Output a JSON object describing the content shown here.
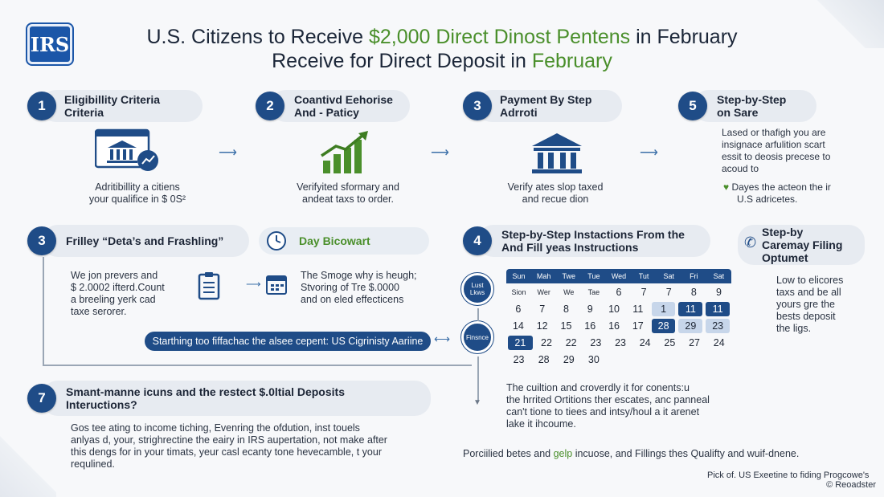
{
  "header": {
    "logo_text": "IRS",
    "title_line1_a": "U.S. Citizens to Receive ",
    "title_line1_b": "$2,000 Direct Dinost Pentens",
    "title_line1_c": " in February",
    "title_line2_a": "Receive for Direct Deposit in ",
    "title_line2_b": "February"
  },
  "steps": [
    {
      "num": "1",
      "title_1": "Eligibillity Criteria",
      "title_2": "Criteria",
      "icon": "bank-browser-icon",
      "desc_1": "Adritibillity a citiens",
      "desc_2": "your qualifice in $ 0S²"
    },
    {
      "num": "2",
      "title_1": "Coantivd Eehorise",
      "title_2": "And - Paticy",
      "icon": "growth-bar-chart-icon",
      "desc_1": "Verifyited sformary and",
      "desc_2": "andeat taxs to order."
    },
    {
      "num": "3",
      "title_1": "Payment By Step",
      "title_2": "Adrroti",
      "icon": "bank-building-icon",
      "desc_1": "Verify ates slop taxed",
      "desc_2": "and recue dion"
    },
    {
      "num": "5",
      "title_1": "Step-by-Step",
      "title_2": "on Sare",
      "desc_1": "Lased or thafigh you are",
      "desc_2": "insignace arfulition scart",
      "desc_3": "essit to deosis precese to",
      "desc_4": "acoud to",
      "bullet_1": "Dayes the acteon the ir",
      "bullet_2": "U.S adricetes."
    },
    {
      "num": "3",
      "title": "Frilley “Deta’s and Frashling”",
      "desc_1": "We jon prevers and",
      "desc_2": "$ 2.0002 ifterd.Count",
      "desc_3": "a breeling yerk cad",
      "desc_4": "taxe serorer."
    },
    {
      "label": "Day Bicowart",
      "desc_1": "The Smoge why is heugh;",
      "desc_2": "Stvoring of Tre $.0000",
      "desc_3": "and on eled effecticens"
    },
    {
      "num": "4",
      "title_1": "Step-by-Step Instactions From the",
      "title_2": "And Fill yeas Instructions"
    },
    {
      "title_1": "Step-by",
      "title_2": "Caremay Filing",
      "title_3": "Optumet",
      "desc_1": "Low to elicores",
      "desc_2": "taxs and be all",
      "desc_3": "yours gre the",
      "desc_4": "bests deposit",
      "desc_5": "the ligs."
    },
    {
      "num": "7",
      "title_1": "Smant-manne icuns and the restect $.0ltial Deposits",
      "title_2": "Inteructions?",
      "desc_1": "Gos tee ating to income tiching, Evenring the ofdution, inst touels",
      "desc_2": "anlyas d, your, strighrectine the eairy in IRS aupertation, not make after",
      "desc_3": "this dengs for in your timats, yeur casl ecanty tone hevecamble, t your",
      "desc_4": "requlined."
    }
  ],
  "banner": "Starthing too fiffachac the alsee cepent: US Cigrinisty Aariine",
  "calendar": {
    "header": [
      "Sun",
      "Mah",
      "Twe",
      "Tue",
      "Wed",
      "Tut",
      "Sat",
      "Fri",
      "Sat"
    ],
    "rows": [
      [
        "Sion",
        "Wer",
        "We",
        "Tae",
        "6",
        "7",
        "7",
        "8",
        "9"
      ],
      [
        "6",
        "7",
        "8",
        "9",
        "10",
        "11",
        "1",
        "11",
        "11"
      ],
      [
        "14",
        "12",
        "15",
        "16",
        "16",
        "17",
        "28",
        "29",
        "23"
      ],
      [
        "21",
        "22",
        "22",
        "23",
        "23",
        "24",
        "25",
        "27",
        "24"
      ],
      [
        "23",
        "28",
        "29",
        "30",
        "",
        "",
        "",
        "",
        ""
      ]
    ],
    "side_icon_1": "Lust Lkws",
    "side_icon_2": "Finsnce"
  },
  "calendar_note": {
    "line_1": "The cuiltion and croverdly it for conents:u",
    "line_2": "the hrrited Ortitions ther escates, anc panneal",
    "line_3": "can't tione to tiees and intsy/houl a it arenet",
    "line_4": "lake it ihcoume."
  },
  "bottom_line": {
    "a": "Porciilied betes and ",
    "b": "gelp",
    "c": " incuose, and Fillings thes Qualifty and wuif-dnene."
  },
  "footer": {
    "line_1": "Pick of. US Exeetine to fiding Progcowe's",
    "line_2": "© Reoadster"
  }
}
